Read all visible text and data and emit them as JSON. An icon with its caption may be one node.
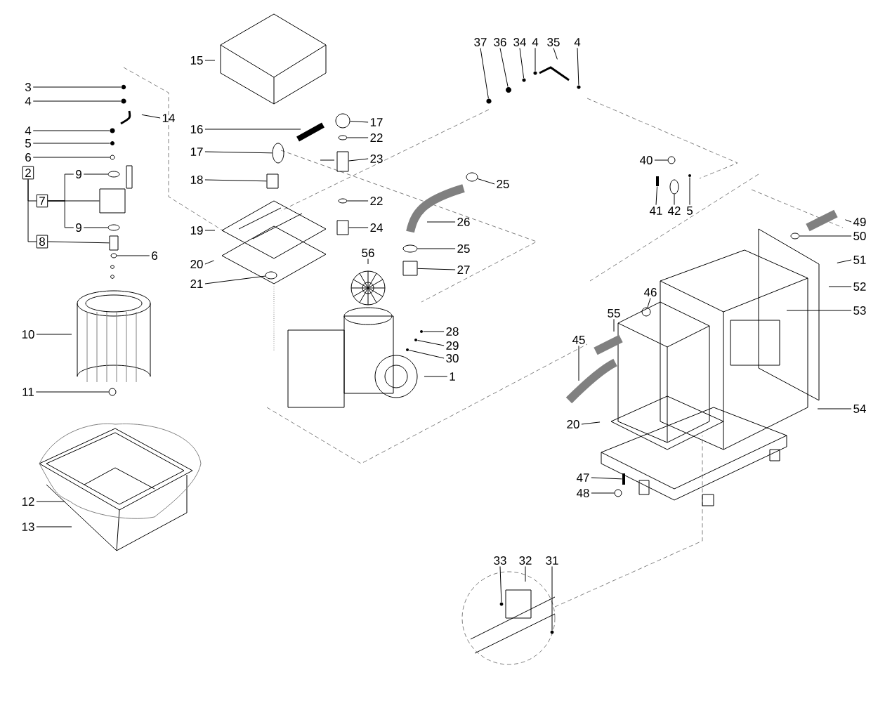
{
  "diagram": {
    "nodes": [
      {
        "text": [
          "3"
        ]
      },
      {
        "text": [
          "4"
        ]
      },
      {
        "text": [
          "14"
        ]
      },
      {
        "text": [
          "4"
        ]
      },
      {
        "text": [
          "5"
        ]
      },
      {
        "text": [
          "6"
        ]
      },
      {
        "text": [
          "2"
        ]
      },
      {
        "text": [
          "9"
        ]
      },
      {
        "text": [
          "7"
        ]
      },
      {
        "text": [
          "9"
        ]
      },
      {
        "text": [
          "8"
        ]
      },
      {
        "text": [
          "6"
        ]
      },
      {
        "text": [
          "10"
        ]
      },
      {
        "text": [
          "11"
        ]
      },
      {
        "text": [
          "12"
        ]
      },
      {
        "text": [
          "13"
        ]
      },
      {
        "text": [
          "15"
        ]
      },
      {
        "text": [
          "16"
        ]
      },
      {
        "text": [
          "17"
        ]
      },
      {
        "text": [
          "18"
        ]
      },
      {
        "text": [
          "19"
        ]
      },
      {
        "text": [
          "20"
        ]
      },
      {
        "text": [
          "21"
        ]
      },
      {
        "text": [
          "17"
        ]
      },
      {
        "text": [
          "22"
        ]
      },
      {
        "text": [
          "23"
        ]
      },
      {
        "text": [
          "22"
        ]
      },
      {
        "text": [
          "24"
        ]
      },
      {
        "text": [
          "56"
        ]
      },
      {
        "text": [
          "37"
        ]
      },
      {
        "text": [
          "36"
        ]
      },
      {
        "text": [
          "34"
        ]
      },
      {
        "text": [
          "4"
        ]
      },
      {
        "text": [
          "35"
        ]
      },
      {
        "text": [
          "4"
        ]
      },
      {
        "text": [
          "25"
        ]
      },
      {
        "text": [
          "26"
        ]
      },
      {
        "text": [
          "25"
        ]
      },
      {
        "text": [
          "27"
        ]
      },
      {
        "text": [
          "28"
        ]
      },
      {
        "text": [
          "29"
        ]
      },
      {
        "text": [
          "30"
        ]
      },
      {
        "text": [
          "1"
        ]
      },
      {
        "text": [
          "40"
        ]
      },
      {
        "text": [
          "41"
        ]
      },
      {
        "text": [
          "42"
        ]
      },
      {
        "text": [
          "5"
        ]
      },
      {
        "text": [
          "49"
        ]
      },
      {
        "text": [
          "50"
        ]
      },
      {
        "text": [
          "51"
        ]
      },
      {
        "text": [
          "52"
        ]
      },
      {
        "text": [
          "53"
        ]
      },
      {
        "text": [
          "54"
        ]
      },
      {
        "text": [
          "46"
        ]
      },
      {
        "text": [
          "55"
        ]
      },
      {
        "text": [
          "45"
        ]
      },
      {
        "text": [
          "20"
        ]
      },
      {
        "text": [
          "47"
        ]
      },
      {
        "text": [
          "48"
        ]
      },
      {
        "text": [
          "33"
        ]
      },
      {
        "text": [
          "32"
        ]
      },
      {
        "text": [
          "31"
        ]
      },
      {
        "text": [],
        "shape": "circle"
      },
      {
        "text": [],
        "shape": "circle"
      },
      {
        "text": [],
        "shape": "circle"
      },
      {
        "text": [],
        "shape": "circle"
      },
      {
        "text": [],
        "shape": "circle"
      },
      {
        "text": [],
        "shape": "circle"
      },
      {
        "text": [],
        "shape": "box"
      },
      {
        "text": [],
        "shape": "circle"
      },
      {
        "text": [],
        "shape": "box"
      },
      {
        "text": [],
        "shape": "circle"
      },
      {
        "text": [],
        "shape": "circle"
      },
      {
        "text": [],
        "shape": "circle"
      },
      {
        "text": [],
        "shape": "box"
      },
      {
        "text": [],
        "shape": "circle"
      },
      {
        "text": [],
        "shape": "circle"
      },
      {
        "text": [],
        "shape": "circle"
      },
      {
        "text": [],
        "shape": "box"
      },
      {
        "text": [],
        "shape": "circle"
      },
      {
        "text": [],
        "shape": "box"
      },
      {
        "text": [],
        "shape": "circle"
      },
      {
        "text": [],
        "shape": "circle"
      },
      {
        "text": [],
        "shape": "circle"
      },
      {
        "text": [],
        "shape": "circle"
      },
      {
        "text": [],
        "shape": "circle"
      },
      {
        "text": [],
        "shape": "circle"
      },
      {
        "text": [],
        "shape": "circle"
      },
      {
        "text": [],
        "shape": "box"
      },
      {
        "text": [],
        "shape": "circle"
      },
      {
        "text": [],
        "shape": "circle"
      },
      {
        "text": [],
        "shape": "circle"
      },
      {
        "text": [],
        "shape": "circle"
      },
      {
        "text": [],
        "shape": "box"
      },
      {
        "text": [],
        "shape": "circle"
      },
      {
        "text": [],
        "shape": "circle"
      },
      {
        "text": [],
        "shape": "circle"
      },
      {
        "text": [],
        "shape": "circle"
      },
      {
        "text": [],
        "shape": "box"
      },
      {
        "text": [],
        "shape": "circle"
      },
      {
        "text": [],
        "shape": "circle"
      },
      {
        "text": [],
        "shape": "circle"
      }
    ],
    "edges": [
      {
        "from": 0,
        "to": 62,
        "arrow": "none"
      },
      {
        "from": 1,
        "to": 63,
        "arrow": "none"
      },
      {
        "from": 2,
        "to": null,
        "arrow": "none"
      },
      {
        "from": 3,
        "to": 64,
        "arrow": "none"
      },
      {
        "from": 4,
        "to": 65,
        "arrow": "none"
      },
      {
        "from": 5,
        "to": 66,
        "arrow": "none"
      },
      {
        "from": 6,
        "to": 8,
        "arrow": "none"
      },
      {
        "from": 6,
        "to": 10,
        "arrow": "none"
      },
      {
        "from": 7,
        "to": 67,
        "arrow": "none"
      },
      {
        "from": 8,
        "to": 68,
        "arrow": "none"
      },
      {
        "from": 8,
        "to": 7,
        "arrow": "none"
      },
      {
        "from": 8,
        "to": 9,
        "arrow": "none"
      },
      {
        "from": 9,
        "to": 69,
        "arrow": "none"
      },
      {
        "from": 10,
        "to": 70,
        "arrow": "none"
      },
      {
        "from": 11,
        "to": 71,
        "arrow": "none"
      },
      {
        "from": 12,
        "to": null,
        "arrow": "none"
      },
      {
        "from": 13,
        "to": 72,
        "arrow": "none"
      },
      {
        "from": 14,
        "to": null,
        "arrow": "none"
      },
      {
        "from": 15,
        "to": null,
        "arrow": "none"
      },
      {
        "from": 16,
        "to": null,
        "arrow": "none"
      },
      {
        "from": 17,
        "to": null,
        "arrow": "none"
      },
      {
        "from": 18,
        "to": 73,
        "arrow": "none"
      },
      {
        "from": 19,
        "to": 74,
        "arrow": "none"
      },
      {
        "from": 20,
        "to": null,
        "arrow": "none"
      },
      {
        "from": 21,
        "to": null,
        "arrow": "none"
      },
      {
        "from": 22,
        "to": 75,
        "arrow": "none"
      },
      {
        "from": 23,
        "to": 76,
        "arrow": "none"
      },
      {
        "from": 24,
        "to": 77,
        "arrow": "none"
      },
      {
        "from": 25,
        "to": 78,
        "arrow": "none"
      },
      {
        "from": 26,
        "to": 79,
        "arrow": "none"
      },
      {
        "from": 27,
        "to": 80,
        "arrow": "none"
      },
      {
        "from": 28,
        "to": null,
        "arrow": "none"
      },
      {
        "from": 29,
        "to": 81,
        "arrow": "none"
      },
      {
        "from": 30,
        "to": 82,
        "arrow": "none"
      },
      {
        "from": 31,
        "to": 83,
        "arrow": "none"
      },
      {
        "from": 32,
        "to": 84,
        "arrow": "none"
      },
      {
        "from": 33,
        "to": null,
        "arrow": "none"
      },
      {
        "from": 34,
        "to": 85,
        "arrow": "none"
      },
      {
        "from": 35,
        "to": 86,
        "arrow": "none"
      },
      {
        "from": 36,
        "to": null,
        "arrow": "none"
      },
      {
        "from": 37,
        "to": 87,
        "arrow": "none"
      },
      {
        "from": 38,
        "to": 88,
        "arrow": "none"
      },
      {
        "from": 39,
        "to": 89,
        "arrow": "none"
      },
      {
        "from": 40,
        "to": 90,
        "arrow": "none"
      },
      {
        "from": 41,
        "to": 91,
        "arrow": "none"
      },
      {
        "from": 42,
        "to": null,
        "arrow": "none"
      },
      {
        "from": 43,
        "to": 92,
        "arrow": "none"
      },
      {
        "from": 44,
        "to": 93,
        "arrow": "none"
      },
      {
        "from": 45,
        "to": 94,
        "arrow": "none"
      },
      {
        "from": 46,
        "to": 95,
        "arrow": "none"
      },
      {
        "from": 47,
        "to": null,
        "arrow": "none"
      },
      {
        "from": 48,
        "to": 96,
        "arrow": "none"
      },
      {
        "from": 49,
        "to": null,
        "arrow": "none"
      },
      {
        "from": 50,
        "to": null,
        "arrow": "none"
      },
      {
        "from": 51,
        "to": null,
        "arrow": "none"
      },
      {
        "from": 52,
        "to": null,
        "arrow": "none"
      },
      {
        "from": 53,
        "to": 97,
        "arrow": "none"
      },
      {
        "from": 54,
        "to": null,
        "arrow": "none"
      },
      {
        "from": 55,
        "to": null,
        "arrow": "none"
      },
      {
        "from": 56,
        "to": null,
        "arrow": "none"
      },
      {
        "from": 57,
        "to": 98,
        "arrow": "none"
      },
      {
        "from": 58,
        "to": 99,
        "arrow": "none"
      },
      {
        "from": 59,
        "to": 100,
        "arrow": "none"
      },
      {
        "from": 60,
        "to": null,
        "arrow": "none"
      },
      {
        "from": 61,
        "to": 101,
        "arrow": "none"
      }
    ]
  }
}
